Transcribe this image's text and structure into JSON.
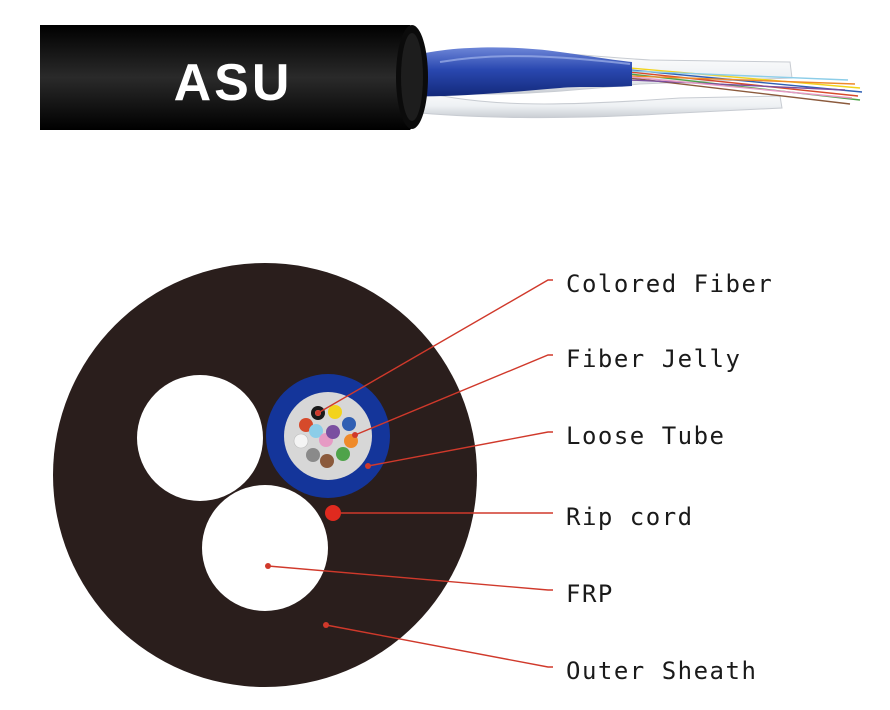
{
  "cable": {
    "brand_text": "ASU"
  },
  "cross_section": {
    "callouts": [
      {
        "id": "colored-fiber",
        "label": "Colored Fiber"
      },
      {
        "id": "fiber-jelly",
        "label": "Fiber Jelly"
      },
      {
        "id": "loose-tube",
        "label": "Loose Tube"
      },
      {
        "id": "rip-cord",
        "label": "Rip cord"
      },
      {
        "id": "frp",
        "label": "FRP"
      },
      {
        "id": "outer-sheath",
        "label": "Outer Sheath"
      }
    ],
    "fiber_colors": [
      "#1a1a1a",
      "#f2d31b",
      "#2f5fb3",
      "#d64a2b",
      "#ef8a2a",
      "#f4f4f4",
      "#8ccde8",
      "#e69ac4",
      "#7a4fa0",
      "#8a8a8a",
      "#8b5a3c",
      "#4fa34a"
    ]
  },
  "colors": {
    "sheath": "#2a1e1c",
    "tube": "#14359a",
    "jelly": "#d7d7d7",
    "leader": "#d0392b",
    "cable_jacket": "#151515"
  }
}
